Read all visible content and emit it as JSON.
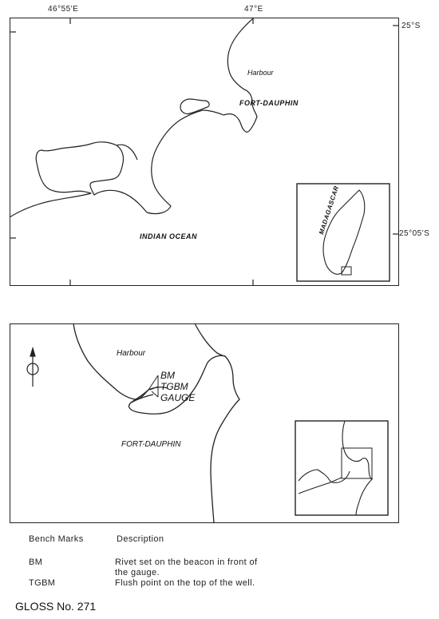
{
  "map_top": {
    "coords": {
      "lon_left": "46°55'E",
      "lon_right": "47°E",
      "lat_top": "25°S",
      "lat_bottom": "25°05'S"
    },
    "labels": {
      "harbour": "Harbour",
      "town": "FORT-DAUPHIN",
      "ocean": "INDIAN OCEAN",
      "inset_country": "MADAGASCAR"
    }
  },
  "map_bottom": {
    "labels": {
      "harbour": "Harbour",
      "town": "FORT-DAUPHIN",
      "bm": "BM",
      "tgbm": "TGBM",
      "gauge": "GAUGE"
    }
  },
  "table": {
    "header": {
      "col1": "Bench Marks",
      "col2": "Description"
    },
    "rows": [
      {
        "mark": "BM",
        "description_line1": "Rivet set on the beacon in front of",
        "description_line2": "the gauge."
      },
      {
        "mark": "TGBM",
        "description_line1": "Flush point on the top of the well.",
        "description_line2": ""
      }
    ]
  },
  "footer": {
    "gloss": "GLOSS No. 271"
  },
  "colors": {
    "line": "#222222",
    "background": "#ffffff"
  }
}
